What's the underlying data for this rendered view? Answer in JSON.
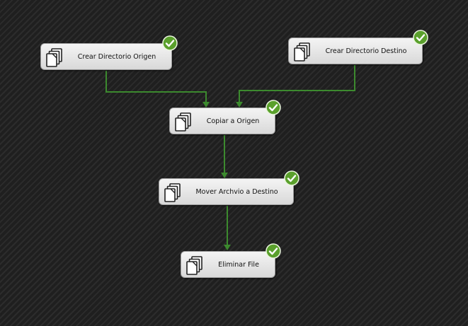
{
  "canvas": {
    "background": "#262626",
    "connector_color": "#3c8a2e"
  },
  "tasks": [
    {
      "id": "crear-origen",
      "label": "Crear Directorio Origen",
      "status": "success"
    },
    {
      "id": "crear-destino",
      "label": "Crear Directorio Destino",
      "status": "success"
    },
    {
      "id": "copiar-origen",
      "label": "Copiar a Origen",
      "status": "success"
    },
    {
      "id": "mover-destino",
      "label": "Mover Archvio a Destino",
      "status": "success"
    },
    {
      "id": "eliminar-file",
      "label": "Eliminar File",
      "status": "success"
    }
  ],
  "icons": {
    "task": "file-system-task-icon",
    "status": "success-check-icon"
  }
}
